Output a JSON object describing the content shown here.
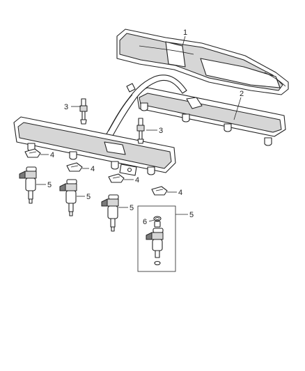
{
  "diagram": {
    "callouts": {
      "fuel_rail_cover": "1",
      "fuel_rail_assembly": "2",
      "sensor_left": "3",
      "sensor_right": "3",
      "clip_a": "4",
      "clip_b": "4",
      "clip_c": "4",
      "clip_d": "4",
      "injector_a": "5",
      "injector_b": "5",
      "injector_c": "5",
      "injector_kit": "5",
      "seal_ring": "6"
    },
    "colors": {
      "line": "#222222",
      "shade": "#d6d6d6",
      "background": "#ffffff"
    }
  }
}
